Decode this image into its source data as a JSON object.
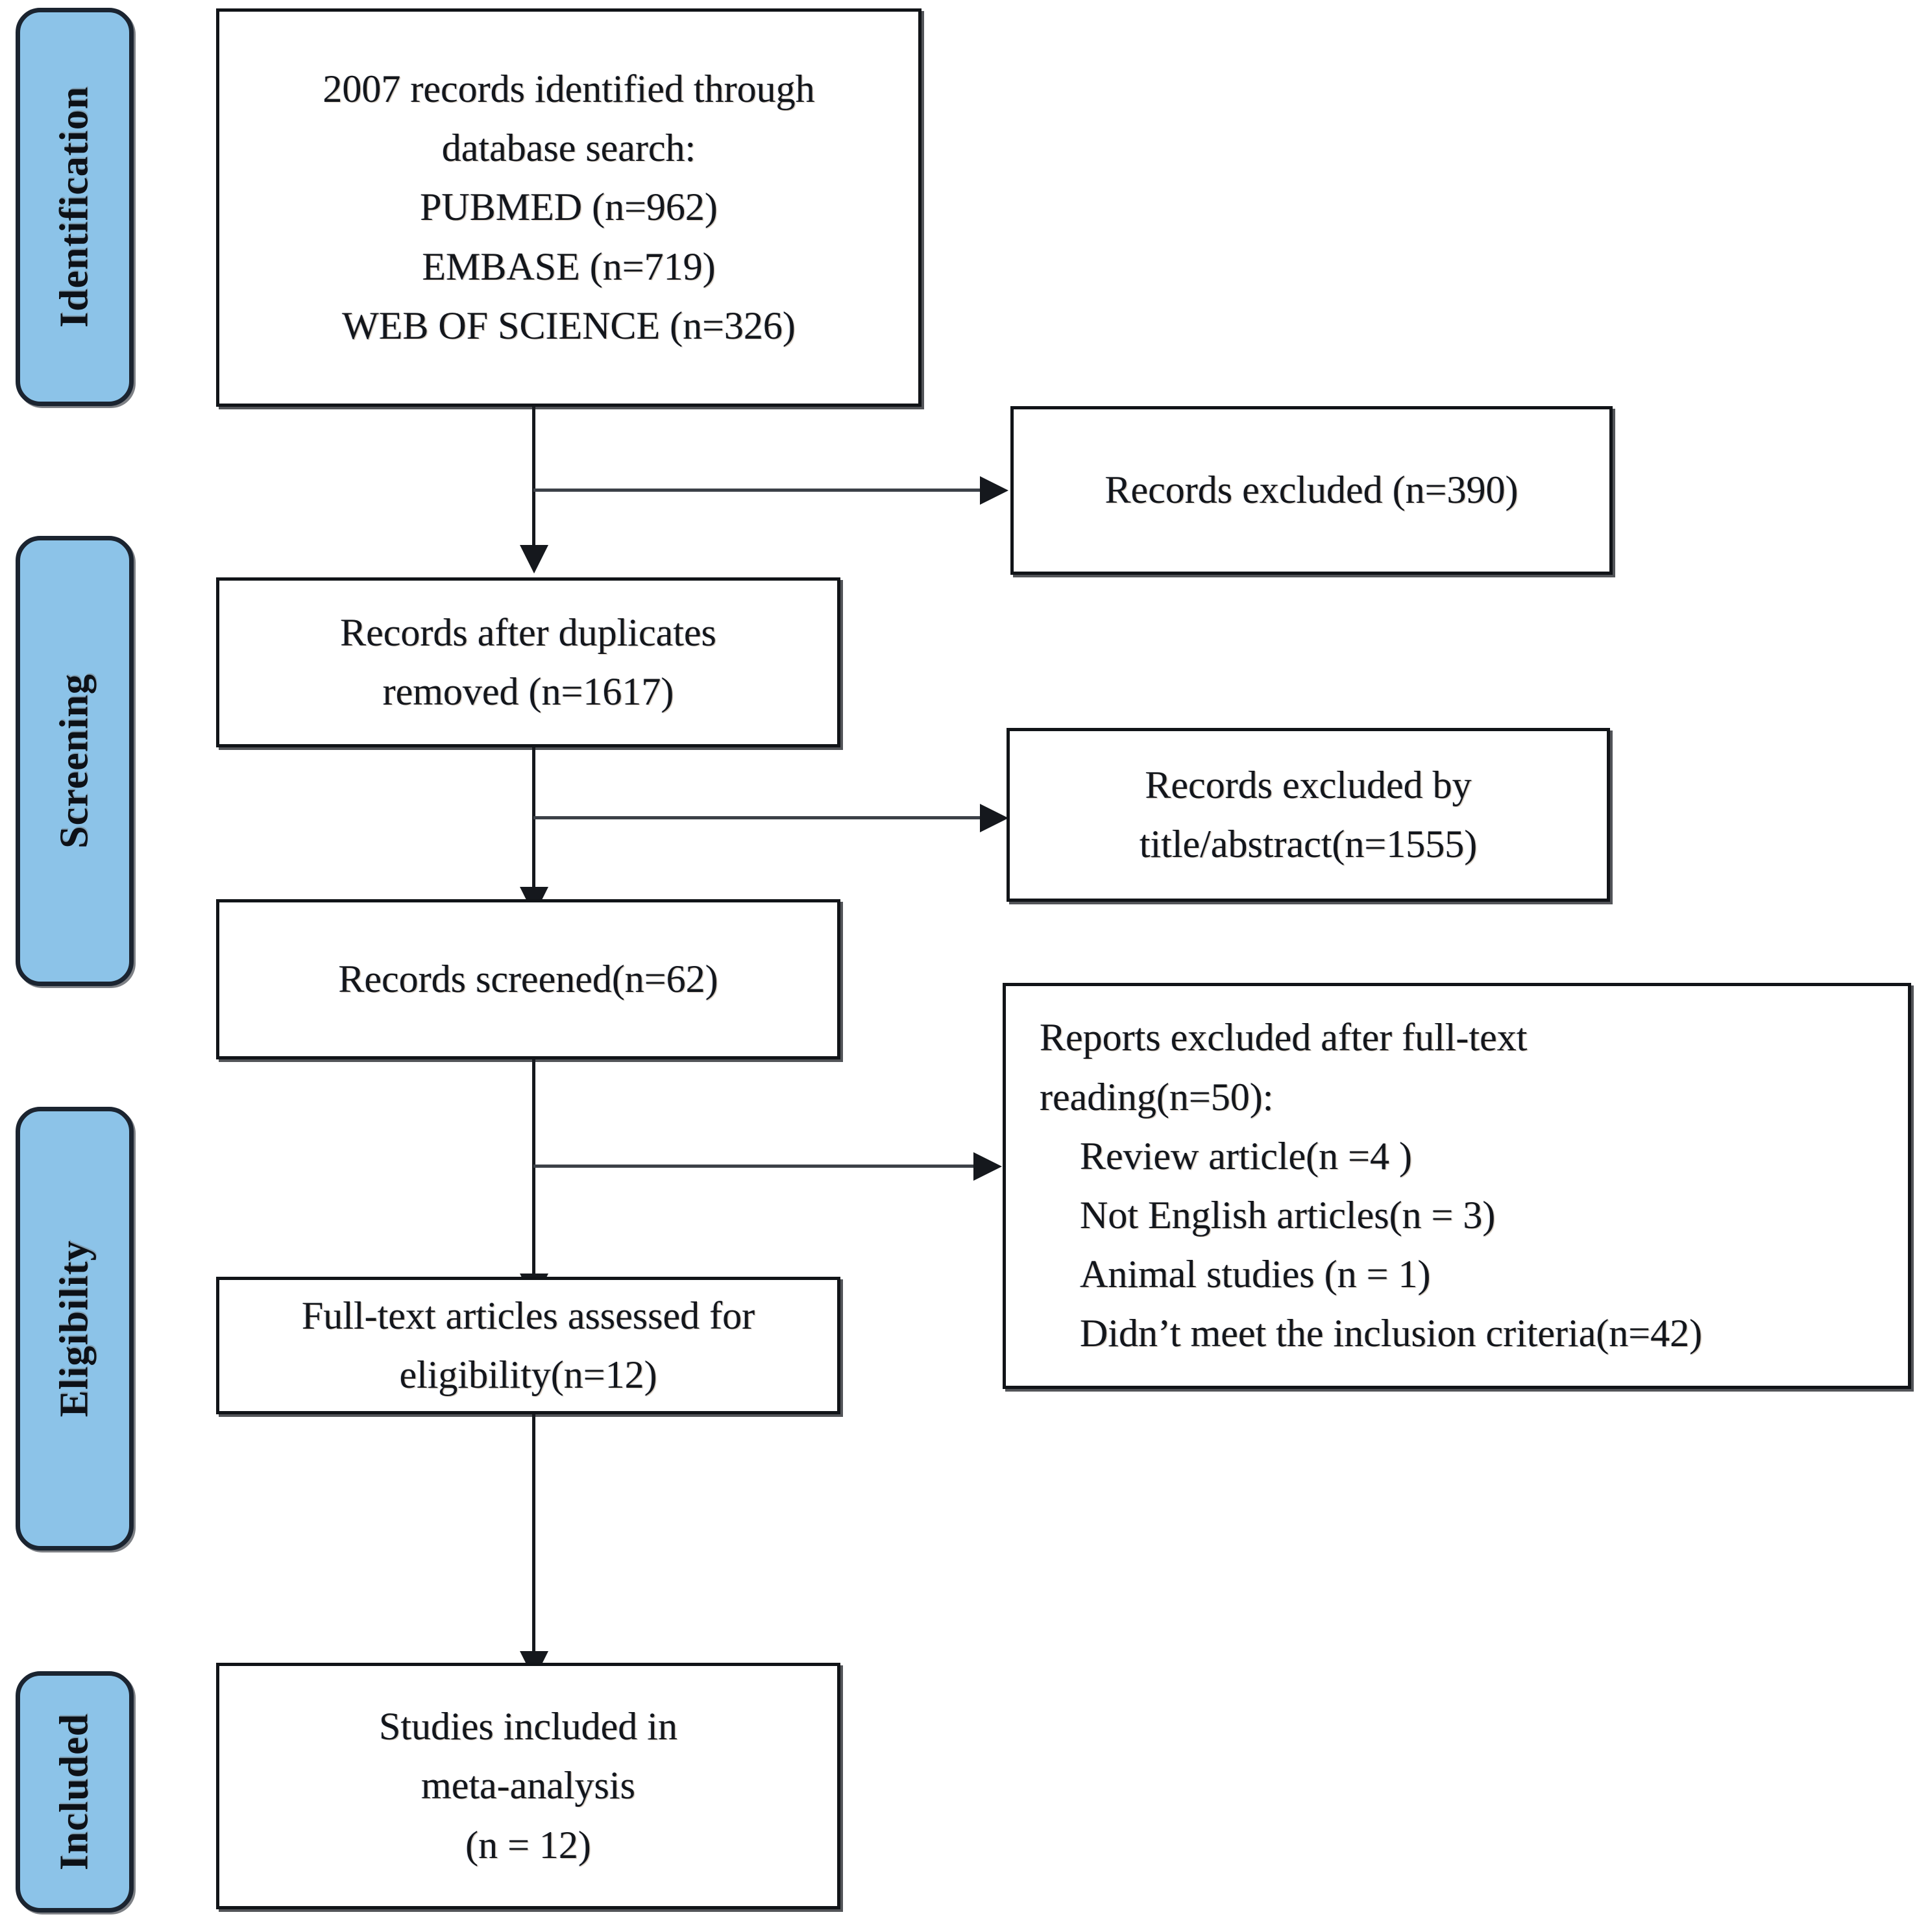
{
  "diagram": {
    "title": "PRISMA study selection flow diagram",
    "type": "prisma-flowchart",
    "accent_color": "#8cc3e8",
    "border_color": "#111418",
    "text_color": "#13161b"
  },
  "phases": [
    {
      "id": "identification",
      "label": "Identification"
    },
    {
      "id": "screening",
      "label": "Screening"
    },
    {
      "id": "eligibility",
      "label": "Eligibility"
    },
    {
      "id": "included",
      "label": "Included"
    }
  ],
  "boxes": {
    "identified": {
      "id": "records-identified",
      "lines": [
        "2007 records identified through",
        "database search:",
        "PUBMED (n=962)",
        "EMBASE (n=719)",
        "WEB OF SCIENCE (n=326)"
      ]
    },
    "excluded_dupes": {
      "id": "records-excluded",
      "lines": [
        "Records excluded (n=390)"
      ]
    },
    "after_dupes": {
      "id": "records-after-duplicates",
      "lines": [
        "Records after duplicates",
        "removed (n=1617)"
      ]
    },
    "excluded_title_abstract": {
      "id": "records-excluded-title-abstract",
      "lines": [
        "Records excluded by",
        "title/abstract(n=1555)"
      ]
    },
    "screened": {
      "id": "records-screened",
      "lines": [
        "Records screened(n=62)"
      ]
    },
    "excluded_fulltext": {
      "id": "reports-excluded-full-text",
      "lines": [
        "Reports excluded after full-text",
        "reading(n=50):"
      ],
      "reasons": [
        "Review article(n =4 )",
        "Not English articles(n = 3)",
        "Animal studies (n = 1)",
        "Didn’t meet the inclusion criteria(n=42)"
      ]
    },
    "fulltext_assessed": {
      "id": "full-text-articles-assessed",
      "lines": [
        "Full-text articles assessed for",
        "eligibility(n=12)"
      ]
    },
    "included_studies": {
      "id": "studies-included",
      "lines": [
        "Studies included in",
        "meta-analysis",
        "(n = 12)"
      ]
    }
  },
  "chart_data": {
    "type": "flow",
    "title": "PRISMA study selection flow diagram",
    "nodes": [
      {
        "id": "records-identified",
        "stage": "Identification",
        "label": "2007 records identified through database search",
        "n": 2007,
        "sources": [
          {
            "name": "PUBMED",
            "n": 962
          },
          {
            "name": "EMBASE",
            "n": 719
          },
          {
            "name": "WEB OF SCIENCE",
            "n": 326
          }
        ]
      },
      {
        "id": "records-excluded",
        "stage": "Identification",
        "label": "Records excluded",
        "n": 390
      },
      {
        "id": "records-after-duplicates",
        "stage": "Screening",
        "label": "Records after duplicates removed",
        "n": 1617
      },
      {
        "id": "records-excluded-title-abstract",
        "stage": "Screening",
        "label": "Records excluded by title/abstract",
        "n": 1555
      },
      {
        "id": "records-screened",
        "stage": "Screening",
        "label": "Records screened",
        "n": 62
      },
      {
        "id": "reports-excluded-full-text",
        "stage": "Eligibility",
        "label": "Reports excluded after full-text reading",
        "n": 50,
        "reasons": [
          {
            "name": "Review article",
            "n": 4
          },
          {
            "name": "Not English articles",
            "n": 3
          },
          {
            "name": "Animal studies",
            "n": 1
          },
          {
            "name": "Didn’t meet the inclusion criteria",
            "n": 42
          }
        ]
      },
      {
        "id": "full-text-articles-assessed",
        "stage": "Eligibility",
        "label": "Full-text articles assessed for eligibility",
        "n": 12
      },
      {
        "id": "studies-included",
        "stage": "Included",
        "label": "Studies included in meta-analysis",
        "n": 12
      }
    ],
    "edges": [
      {
        "from": "records-identified",
        "to": "records-after-duplicates",
        "direction": "down"
      },
      {
        "from": "records-identified",
        "to": "records-excluded",
        "direction": "right"
      },
      {
        "from": "records-after-duplicates",
        "to": "records-screened",
        "direction": "down"
      },
      {
        "from": "records-after-duplicates",
        "to": "records-excluded-title-abstract",
        "direction": "right"
      },
      {
        "from": "records-screened",
        "to": "full-text-articles-assessed",
        "direction": "down"
      },
      {
        "from": "records-screened",
        "to": "reports-excluded-full-text",
        "direction": "right"
      },
      {
        "from": "full-text-articles-assessed",
        "to": "studies-included",
        "direction": "down"
      }
    ]
  }
}
